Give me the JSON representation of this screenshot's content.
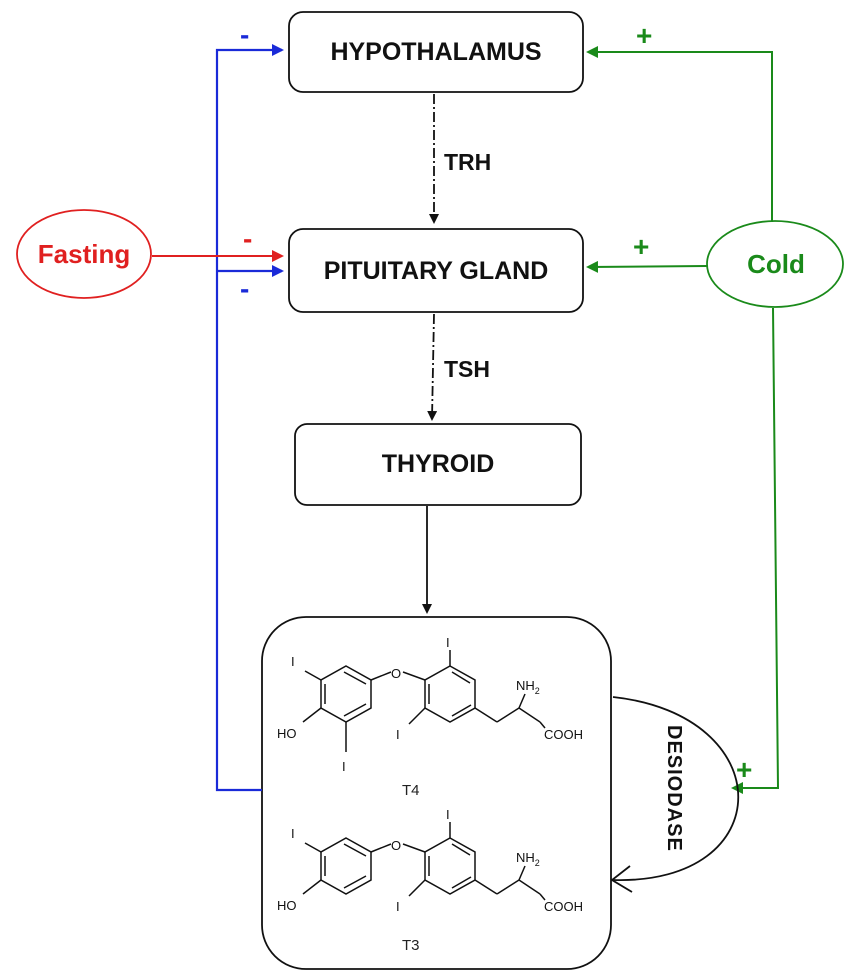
{
  "nodes": {
    "hypothalamus": "HYPOTHALAMUS",
    "pituitary": "PITUITARY GLAND",
    "thyroid": "THYROID",
    "fasting": "Fasting",
    "cold": "Cold"
  },
  "edges": {
    "trh": "TRH",
    "tsh": "TSH",
    "enzyme": "DESIODASE"
  },
  "signs": {
    "plus": "+",
    "minus": "-"
  },
  "molecules": {
    "t4": {
      "name": "T4",
      "iodine": "I",
      "oxygen": "O",
      "hydroxyl": "HO",
      "amine": "NH",
      "amine_sub": "2",
      "acid": "COOH"
    },
    "t3": {
      "name": "T3",
      "iodine": "I",
      "oxygen": "O",
      "hydroxyl": "HO",
      "amine": "NH",
      "amine_sub": "2",
      "acid": "COOH"
    }
  },
  "colors": {
    "stimulation": "#1a8a1a",
    "fasting_inhibition": "#e02020",
    "feedback_inhibition": "#1a2ad8",
    "main_flow": "#111111"
  }
}
